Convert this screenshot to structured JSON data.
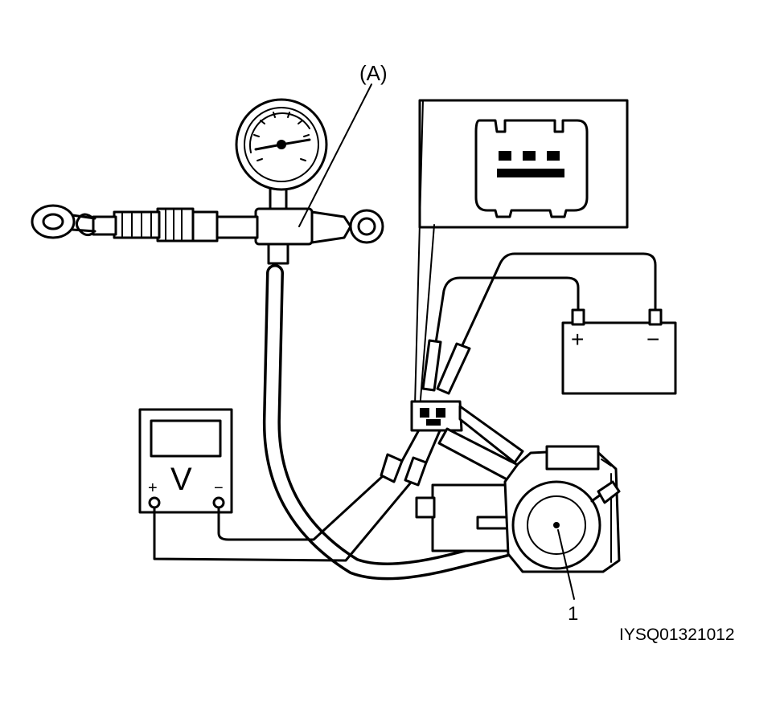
{
  "labels": {
    "gauge_callout": "(A)",
    "pump_callout": "1",
    "figure_code": "IYSQ01321012",
    "voltmeter_symbol": "V",
    "voltmeter_plus": "+",
    "voltmeter_minus": "−",
    "battery_plus": "+",
    "battery_minus": "−"
  }
}
